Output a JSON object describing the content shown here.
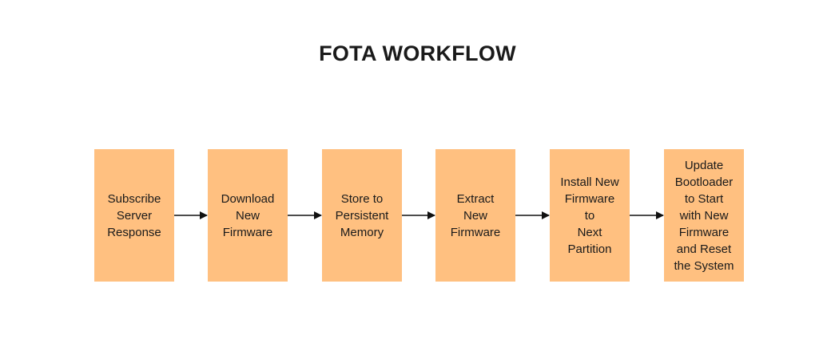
{
  "title": "FOTA WORKFLOW",
  "steps": [
    {
      "label": "Subscribe\nServer\nResponse"
    },
    {
      "label": "Download\nNew\nFirmware"
    },
    {
      "label": "Store to\nPersistent\nMemory"
    },
    {
      "label": "Extract\nNew\nFirmware"
    },
    {
      "label": "Install New\nFirmware\nto\nNext\nPartition"
    },
    {
      "label": "Update\nBootloader\nto Start\nwith New\nFirmware\nand Reset\nthe System"
    }
  ],
  "colors": {
    "box_fill": "#ffc080",
    "arrow": "#111111",
    "text": "#1a1a1a"
  }
}
